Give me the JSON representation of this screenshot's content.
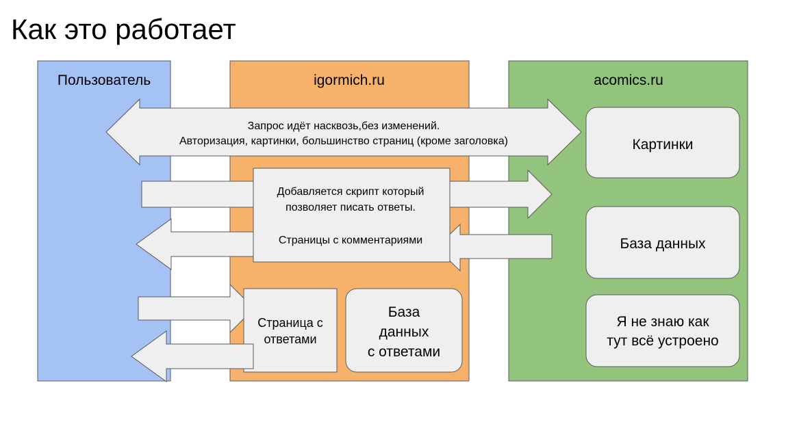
{
  "slide_title": "Как это работает",
  "columns": {
    "user": {
      "label": "Пользователь",
      "color": "#a4c2f4"
    },
    "proxy": {
      "label": "igormich.ru",
      "color": "#f6b26b"
    },
    "origin": {
      "label": "acomics.ru",
      "color": "#93c47d"
    }
  },
  "arrows": {
    "passthrough": {
      "line1": "Запрос идёт насквозь,без изменений.",
      "line2": "Авторизация, картинки, большинство страниц (кроме заголовка)"
    },
    "script": {
      "line1": "Добавляется скрипт который",
      "line2": "позволяет писать ответы."
    },
    "comments": {
      "label": "Страницы с комментариями"
    }
  },
  "boxes": {
    "answers_page": {
      "line1": "Страница с",
      "line2": "ответами"
    },
    "answers_db": {
      "line1": "База",
      "line2": "данных",
      "line3": "с ответами"
    },
    "images": {
      "label": "Картинки"
    },
    "database": {
      "label": "База данных"
    },
    "unknown": {
      "line1": "Я не знаю как",
      "line2": "тут всё устроено"
    }
  },
  "colors": {
    "box_fill": "#efefef",
    "stroke": "#595959"
  }
}
